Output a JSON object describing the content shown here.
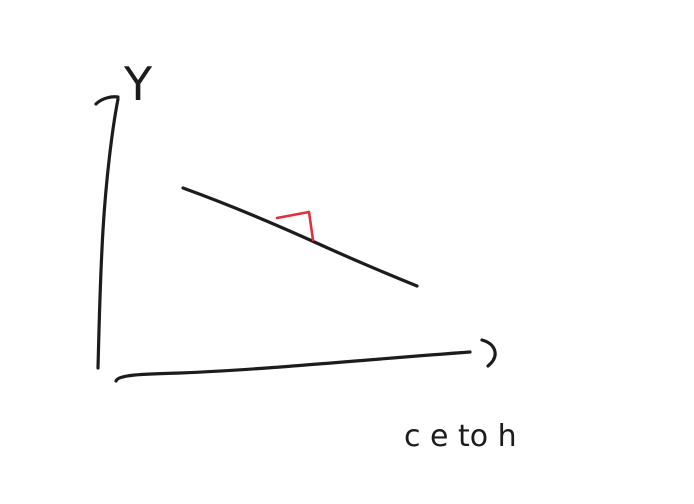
{
  "diagram": {
    "y_axis_label": "Y",
    "x_axis_label": "c e to h",
    "colors": {
      "ink": "#1c1c1c",
      "slope_marker": "#e0303a",
      "background": "#ffffff"
    },
    "elements": [
      "y-axis",
      "x-axis",
      "downward-sloping-line",
      "slope-triangle-marker"
    ]
  }
}
